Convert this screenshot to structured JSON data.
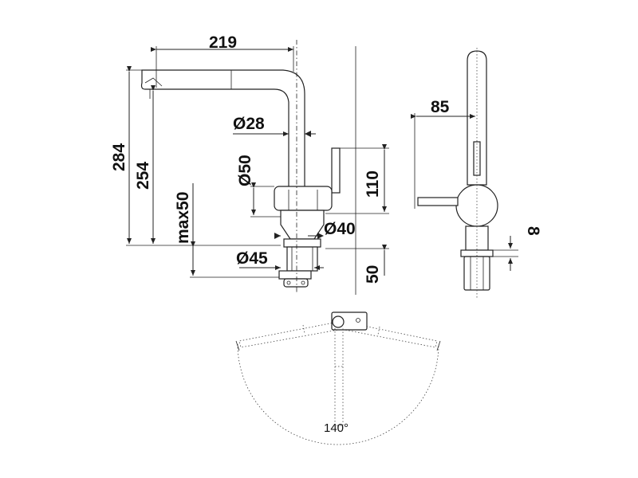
{
  "dimensions": {
    "width_219": "219",
    "height_284": "284",
    "height_254": "254",
    "max_50": "max50",
    "dia_28": "Ø28",
    "dia_50": "Ø50",
    "dia_40": "Ø40",
    "dia_45": "Ø45",
    "h_110": "110",
    "h_50": "50",
    "side_85": "85",
    "side_8": "8",
    "angle_140": "140°"
  }
}
